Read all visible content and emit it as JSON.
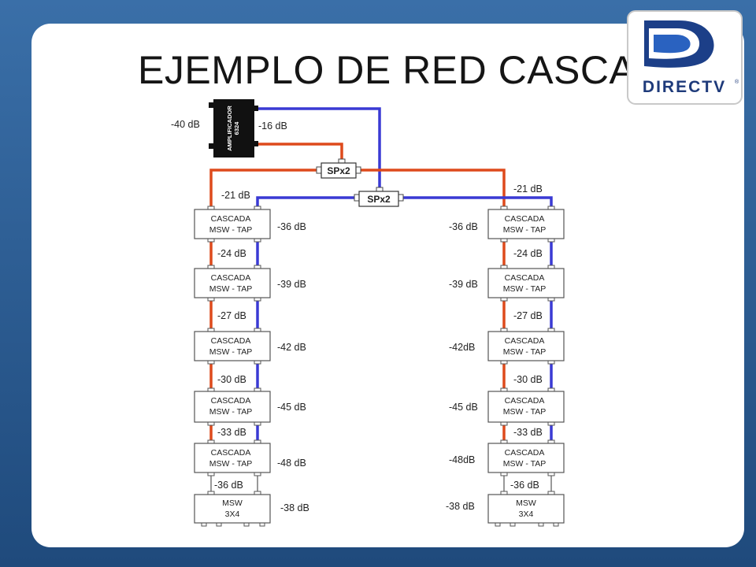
{
  "slide": {
    "title": "EJEMPLO DE RED CASCADA"
  },
  "logo": {
    "text": "DIRECTV",
    "registered": "®"
  },
  "amplifier": {
    "label": "AMPLIFICADOR",
    "model": "6324"
  },
  "splitters": {
    "upper": "SPx2",
    "lower": "SPx2"
  },
  "levels": {
    "amp_input": "-40 dB",
    "amp_output": "-16 dB",
    "left_chain": [
      "-21 dB",
      "-24 dB",
      "-27 dB",
      "-30 dB",
      "-33 dB",
      "-36 dB"
    ],
    "right_chain": [
      "-21 dB",
      "-24 dB",
      "-27 dB",
      "-30 dB",
      "-33 dB",
      "-36 dB"
    ],
    "left_side": [
      "-36 dB",
      "-39 dB",
      "-42 dB",
      "-45 dB",
      "-48 dB",
      "-38 dB"
    ],
    "right_side": [
      "-36 dB",
      "-39 dB",
      "-42dB",
      "-45 dB",
      "-48dB",
      "-38 dB"
    ]
  },
  "taps": {
    "line1": "CASCADA",
    "line2": "MSW - TAP"
  },
  "msw": {
    "line1": "MSW",
    "line2": "3X4"
  },
  "colors": {
    "cable_red": "#de4a1c",
    "cable_blue": "#3a3ad4",
    "background_blue": "#2c5a8e",
    "logo_blue": "#1e3a7a",
    "amp_body": "#111111"
  }
}
